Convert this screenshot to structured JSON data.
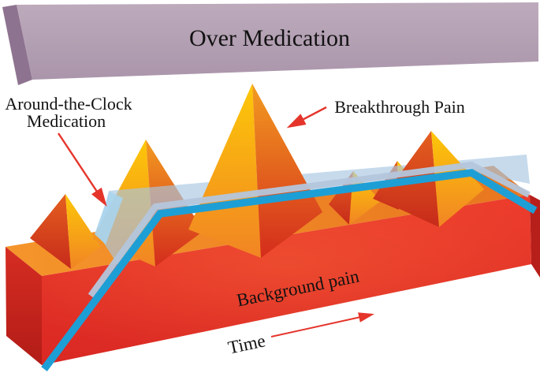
{
  "title": "Over Medication",
  "labels": {
    "atc_line1": "Around-the-Clock",
    "atc_line2": "Medication",
    "breakthrough": "Breakthrough Pain",
    "background_pain": "Background pain",
    "time": "Time"
  },
  "icons": {
    "atc_arrow": "red-arrow-pointing-down-right-to-medication-plane",
    "breakthrough_arrow": "red-arrow-pointing-down-left-to-pain-spike",
    "time_arrow": "red-arrow-pointing-right-along-time-axis"
  },
  "colors": {
    "bar_front": "#b5a2b4",
    "bar_side": "#8e7390",
    "slab_red": "#e23127",
    "slab_top_orange": "#f18a28",
    "slab_side_red": "#c9251f",
    "pyramid_yellow": "#fcc40a",
    "pyramid_orange": "#f08a1d",
    "pyramid_red": "#d22d1c",
    "line_blue": "#1d9fd6",
    "plane_blue": "#a9c7e2",
    "plane_edge_blue": "#a9d4ee",
    "band_grey_blue": "#b4c6dc",
    "arrow_red": "#e5352b",
    "text_black": "#121212"
  }
}
